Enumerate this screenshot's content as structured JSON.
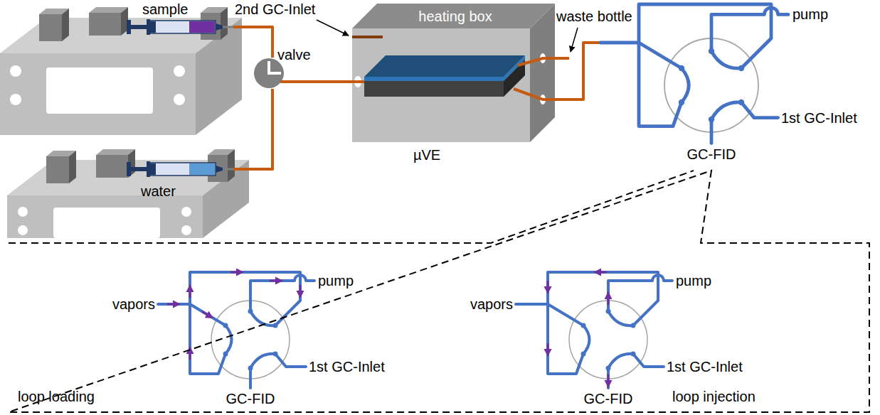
{
  "diagram": {
    "nodes": [
      {
        "text": [
          "sample"
        ]
      },
      {
        "text": [
          "valve"
        ]
      },
      {
        "text": [
          "water"
        ]
      },
      {
        "text": [
          "heating box"
        ]
      }
    ],
    "edges": [
      {
        "from": 0,
        "to": 1,
        "arrow": "none"
      },
      {
        "from": 2,
        "to": 1,
        "arrow": "none"
      },
      {
        "from": 1,
        "to": 3,
        "arrow": "none"
      }
    ],
    "labels": [
      "2nd GC-Inlet",
      "waste bottle",
      "µVE",
      "pump",
      "1st GC-Inlet",
      "GC-FID",
      "vapors",
      "pump",
      "1st GC-Inlet",
      "GC-FID",
      "loop loading",
      "vapors",
      "pump",
      "1st GC-Inlet",
      "GC-FID",
      "loop injection"
    ]
  }
}
